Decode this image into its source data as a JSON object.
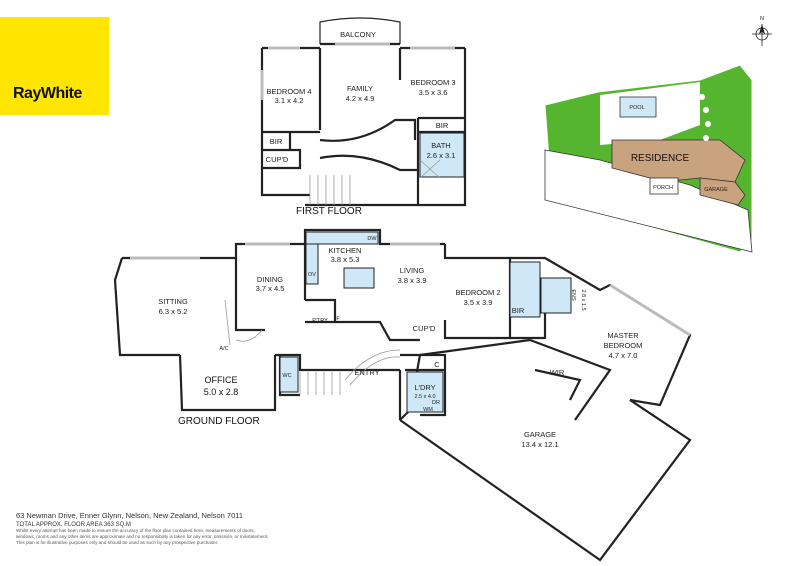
{
  "brand": {
    "name": "RayWhite",
    "color": "#ffe500"
  },
  "floors": {
    "first": "FIRST FLOOR",
    "ground": "GROUND FLOOR"
  },
  "rooms": {
    "balcony": "BALCONY",
    "bedroom4": {
      "name": "BEDROOM 4",
      "dim": "3.1 x 4.2"
    },
    "family": {
      "name": "FAMILY",
      "dim": "4.2 x 4.9"
    },
    "bedroom3": {
      "name": "BEDROOM 3",
      "dim": "3.5 x 3.6"
    },
    "bir": "BIR",
    "cupd": "CUP'D",
    "bath": {
      "name": "BATH",
      "dim": "2.6 x 3.1"
    },
    "kitchen": {
      "name": "KITCHEN",
      "dim": "3.8 x 5.3"
    },
    "dw": "DW",
    "ov": "OV",
    "dining": {
      "name": "DINING",
      "dim": "3.7 x 4.5"
    },
    "living": {
      "name": "LIVING",
      "dim": "3.8 x 3.9"
    },
    "sitting": {
      "name": "SITTING",
      "dim": "6.3 x 5.2"
    },
    "ptry": "P'TRY",
    "f": "F",
    "bedroom2": {
      "name": "BEDROOM 2",
      "dim": "3.5 x 3.9"
    },
    "cupd2": "CUP'D",
    "bir2": "BIR",
    "ens": "ENS",
    "ens_dim": "2.8 x 1.5",
    "master": {
      "name": "MASTER",
      "name2": "BEDROOM",
      "dim": "4.7 x 7.0"
    },
    "wir": "WIR",
    "office": {
      "name": "OFFICE",
      "dim": "5.0 x 2.8"
    },
    "wc": "WC",
    "entry": "ENTRY",
    "ldry": {
      "name": "L'DRY",
      "dim": "2.5 x 4.0"
    },
    "c": "C",
    "dr": "DR",
    "wm": "WM",
    "ac": "A/C",
    "garage": {
      "name": "GARAGE",
      "dim": "13.4 x 12.1"
    }
  },
  "site": {
    "pool": "POOL",
    "residence": "RESIDENCE",
    "porch": "PORCH",
    "garage": "GARAGE",
    "north": "N"
  },
  "footer": {
    "address": "63 Newman Drive, Enner Glynn, Nelson, New Zealand, Nelson 7011",
    "area": "TOTAL APPROX. FLOOR AREA 363 SQ.M",
    "disclaimer": [
      "Whilst every attempt has been made to ensure the accuracy of the floor plan contained here, measurements of doors,",
      "windows, rooms and any other items are approximate and no responsibility is taken for any error, omission, or misstatement.",
      "This plan is for illustrative purposes only and should be used as such by any prospective purchaser."
    ]
  }
}
